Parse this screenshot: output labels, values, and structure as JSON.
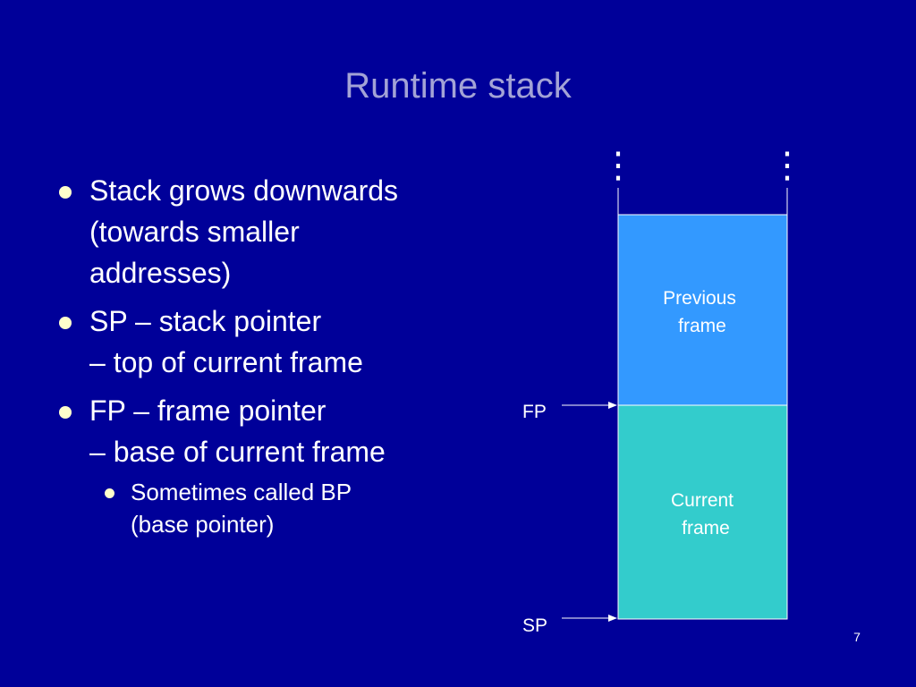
{
  "slide": {
    "title": "Runtime stack",
    "page_number": "7"
  },
  "bullets": [
    {
      "lines": [
        "Stack grows downwards",
        "(towards smaller",
        "addresses)"
      ]
    },
    {
      "lines": [
        "SP – stack pointer",
        "– top of current frame"
      ]
    },
    {
      "lines": [
        "FP – frame pointer",
        "– base of current frame"
      ]
    }
  ],
  "subbullets": [
    {
      "lines": [
        "Sometimes called BP",
        "(base pointer)"
      ]
    }
  ],
  "diagram": {
    "frames": [
      {
        "name": "previous",
        "lines": [
          "Previous",
          "frame"
        ],
        "color": "#3399ff"
      },
      {
        "name": "current",
        "lines": [
          "Current",
          "frame"
        ],
        "color": "#33cccc"
      }
    ],
    "pointers": [
      {
        "name": "fp",
        "label": "FP"
      },
      {
        "name": "sp",
        "label": "SP"
      }
    ],
    "continuation_marker": "⋮"
  },
  "colors": {
    "background": "#000099",
    "title": "#a3a3d6",
    "bullet_dot": "#ffffcc",
    "line": "#ffffff"
  }
}
